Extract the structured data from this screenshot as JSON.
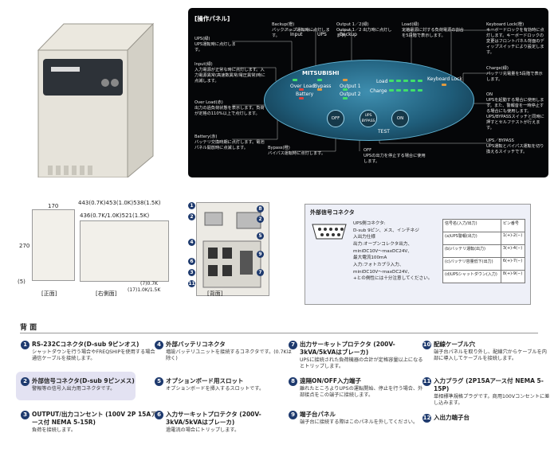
{
  "ups_brand": "MITSUBISHI",
  "panel": {
    "title": "[操作パネル]",
    "top_labels": {
      "input": "Input",
      "ups": "UPS",
      "backup": "Backup",
      "overload": "Over Load",
      "bypass": "Bypass",
      "output1": "Output 1",
      "battery": "Battery",
      "output2": "Output 2",
      "load": "Load",
      "charge": "Charge",
      "keyboard_lock": "Keyboard Lock",
      "off": "OFF",
      "on": "ON",
      "ups_bypass": "UPS\nBYPASS",
      "test": "TEST"
    },
    "callouts": [
      {
        "title": "UPS(緑)",
        "desc": "UPS運転時に点灯します。"
      },
      {
        "title": "Input(緑)",
        "desc": "入力電源が正常な時に点灯します。入力電源異常(高速数異常/電圧異常)時に点滅します。"
      },
      {
        "title": "Over Load(赤)",
        "desc": "出力の過負荷状態を表示します。負荷が定格の110%以上で点灯します。"
      },
      {
        "title": "Battery(赤)",
        "desc": "バッテリ交換時期に点灯します。電池パネル開放時に点滅します。"
      },
      {
        "title": "Backup(橙)",
        "desc": "バックアップ運転時に点灯します。"
      },
      {
        "title": "Output 1／2(緑)",
        "desc": "Output 1／2 出力時に点灯します。"
      },
      {
        "title": "Load(緑)",
        "desc": "定格電源に対する負荷電源の割合を5段階で表示します。"
      },
      {
        "title": "Keyboard Lock(橙)",
        "desc": "キーボードロックを有効時に点灯します。キーボードロックの変更はフロントパネル背面のディップスイッチにより設定します。"
      },
      {
        "title": "Charge(緑)",
        "desc": "バッテリ充電量を5段階で表示します。"
      },
      {
        "title": "ON",
        "desc": "UPSを起動する場合に使用します。また、警報音を一時停止する場合にも使用します。UPS/BYPASSスイッチと同時に押すとセルフテストが行えます。"
      },
      {
        "title": "UPS／BYPASS",
        "desc": "UPS運転とバイパス運転を切り換えるスイッチです。"
      },
      {
        "title": "Bypass(橙)",
        "desc": "バイパス運転時に点灯します。"
      },
      {
        "title": "OFF",
        "desc": "UPSの出力を停止する場合に使用します。"
      }
    ]
  },
  "dims": {
    "width": "170",
    "height": "270",
    "d1": "443(0.7K)453(1.0K)538(1.5K)",
    "d2": "436(0.7K/1.0K)521(1.5K)",
    "foot": "(5)",
    "foot2": "(7)0.7K",
    "foot3": "(17)1.0K/1.5K",
    "front_caption": "[正面]",
    "side_caption": "[右側面]",
    "back_caption": "[背面]"
  },
  "ext_signal": {
    "title": "外部信号コネクタ",
    "spec": [
      "UPS側コネクタ:",
      "D-sub 9ピン、メス、インチネジ",
      "入出力仕様",
      "出力:オープンコレクタ出力、",
      "miniDC10V〜maxDC24V、",
      "最大電流100mA",
      "入力:フォトカプラ入力、",
      "miniDC10V〜maxDC24V、",
      "+との側性には十分注意してください。"
    ],
    "table_headers": [
      "信号名(入力/出力)",
      "ピン番号"
    ],
    "rows": [
      [
        "(a)UPS警報(出力)",
        "1(+)-2(−)"
      ],
      [
        "(b)バッテリ運転(出力)",
        "3(+)-4(−)"
      ],
      [
        "(c)バッテリ容量低下(出力)",
        "6(+)-7(−)"
      ],
      [
        "(d)UPSシャットダウン(入力)",
        "8(+)-9(−)"
      ]
    ]
  },
  "section_title": "背 面",
  "items": [
    {
      "n": "1",
      "t": "RS-232Cコネクタ(D-sub 9ピンオス)",
      "d": "シャットダウンを行う場合やFREQSHIPを使用する場合通信ケーブルを接続します。"
    },
    {
      "n": "2",
      "t": "外部信号コネクタ(D-sub 9ピンメス)",
      "d": "警報等の信号入出力用コネクタです。"
    },
    {
      "n": "3",
      "t": "OUTPUT/出力コンセント (100V 2P 15Aアース付 NEMA 5-15R)",
      "d": "負荷を接続します。"
    },
    {
      "n": "4",
      "t": "外部バッテリコネクタ",
      "d": "増設バッテリユニットを接続するコネクタです。(0.7Kは除く)"
    },
    {
      "n": "5",
      "t": "オプションボード用スロット",
      "d": "オプションボードを挿入するスロットです。"
    },
    {
      "n": "6",
      "t": "入力サーキットプロテクタ (200V-3kVA/5kVAはブレーカ)",
      "d": "過電流の場合にトリップします。"
    },
    {
      "n": "7",
      "t": "出力サーキットプロテクタ (200V-3kVA/5kVAはブレーカ)",
      "d": "UPSに接続された負荷機器の合計が定格容量以上になるとトリップします。"
    },
    {
      "n": "8",
      "t": "遠隔ON/OFF入力端子",
      "d": "離れたところよりUPSの運転開始、停止を行う場合、外部接点をこの端子に接続します。"
    },
    {
      "n": "9",
      "t": "端子台パネル",
      "d": "端子台に接続する際はこのパネルを外してください。"
    },
    {
      "n": "10",
      "t": "配線ケーブル穴",
      "d": "端子台パネルを取り外し、配線穴からケーブルを内部に導入してケーブルを接続します。"
    },
    {
      "n": "11",
      "t": "入力プラグ (2P15Aアース付 NEMA 5-15P)",
      "d": "単相標準規格プラグです。商用100Vコンセントに差し込みます。"
    },
    {
      "n": "12",
      "t": "入出力端子台",
      "d": ""
    }
  ]
}
